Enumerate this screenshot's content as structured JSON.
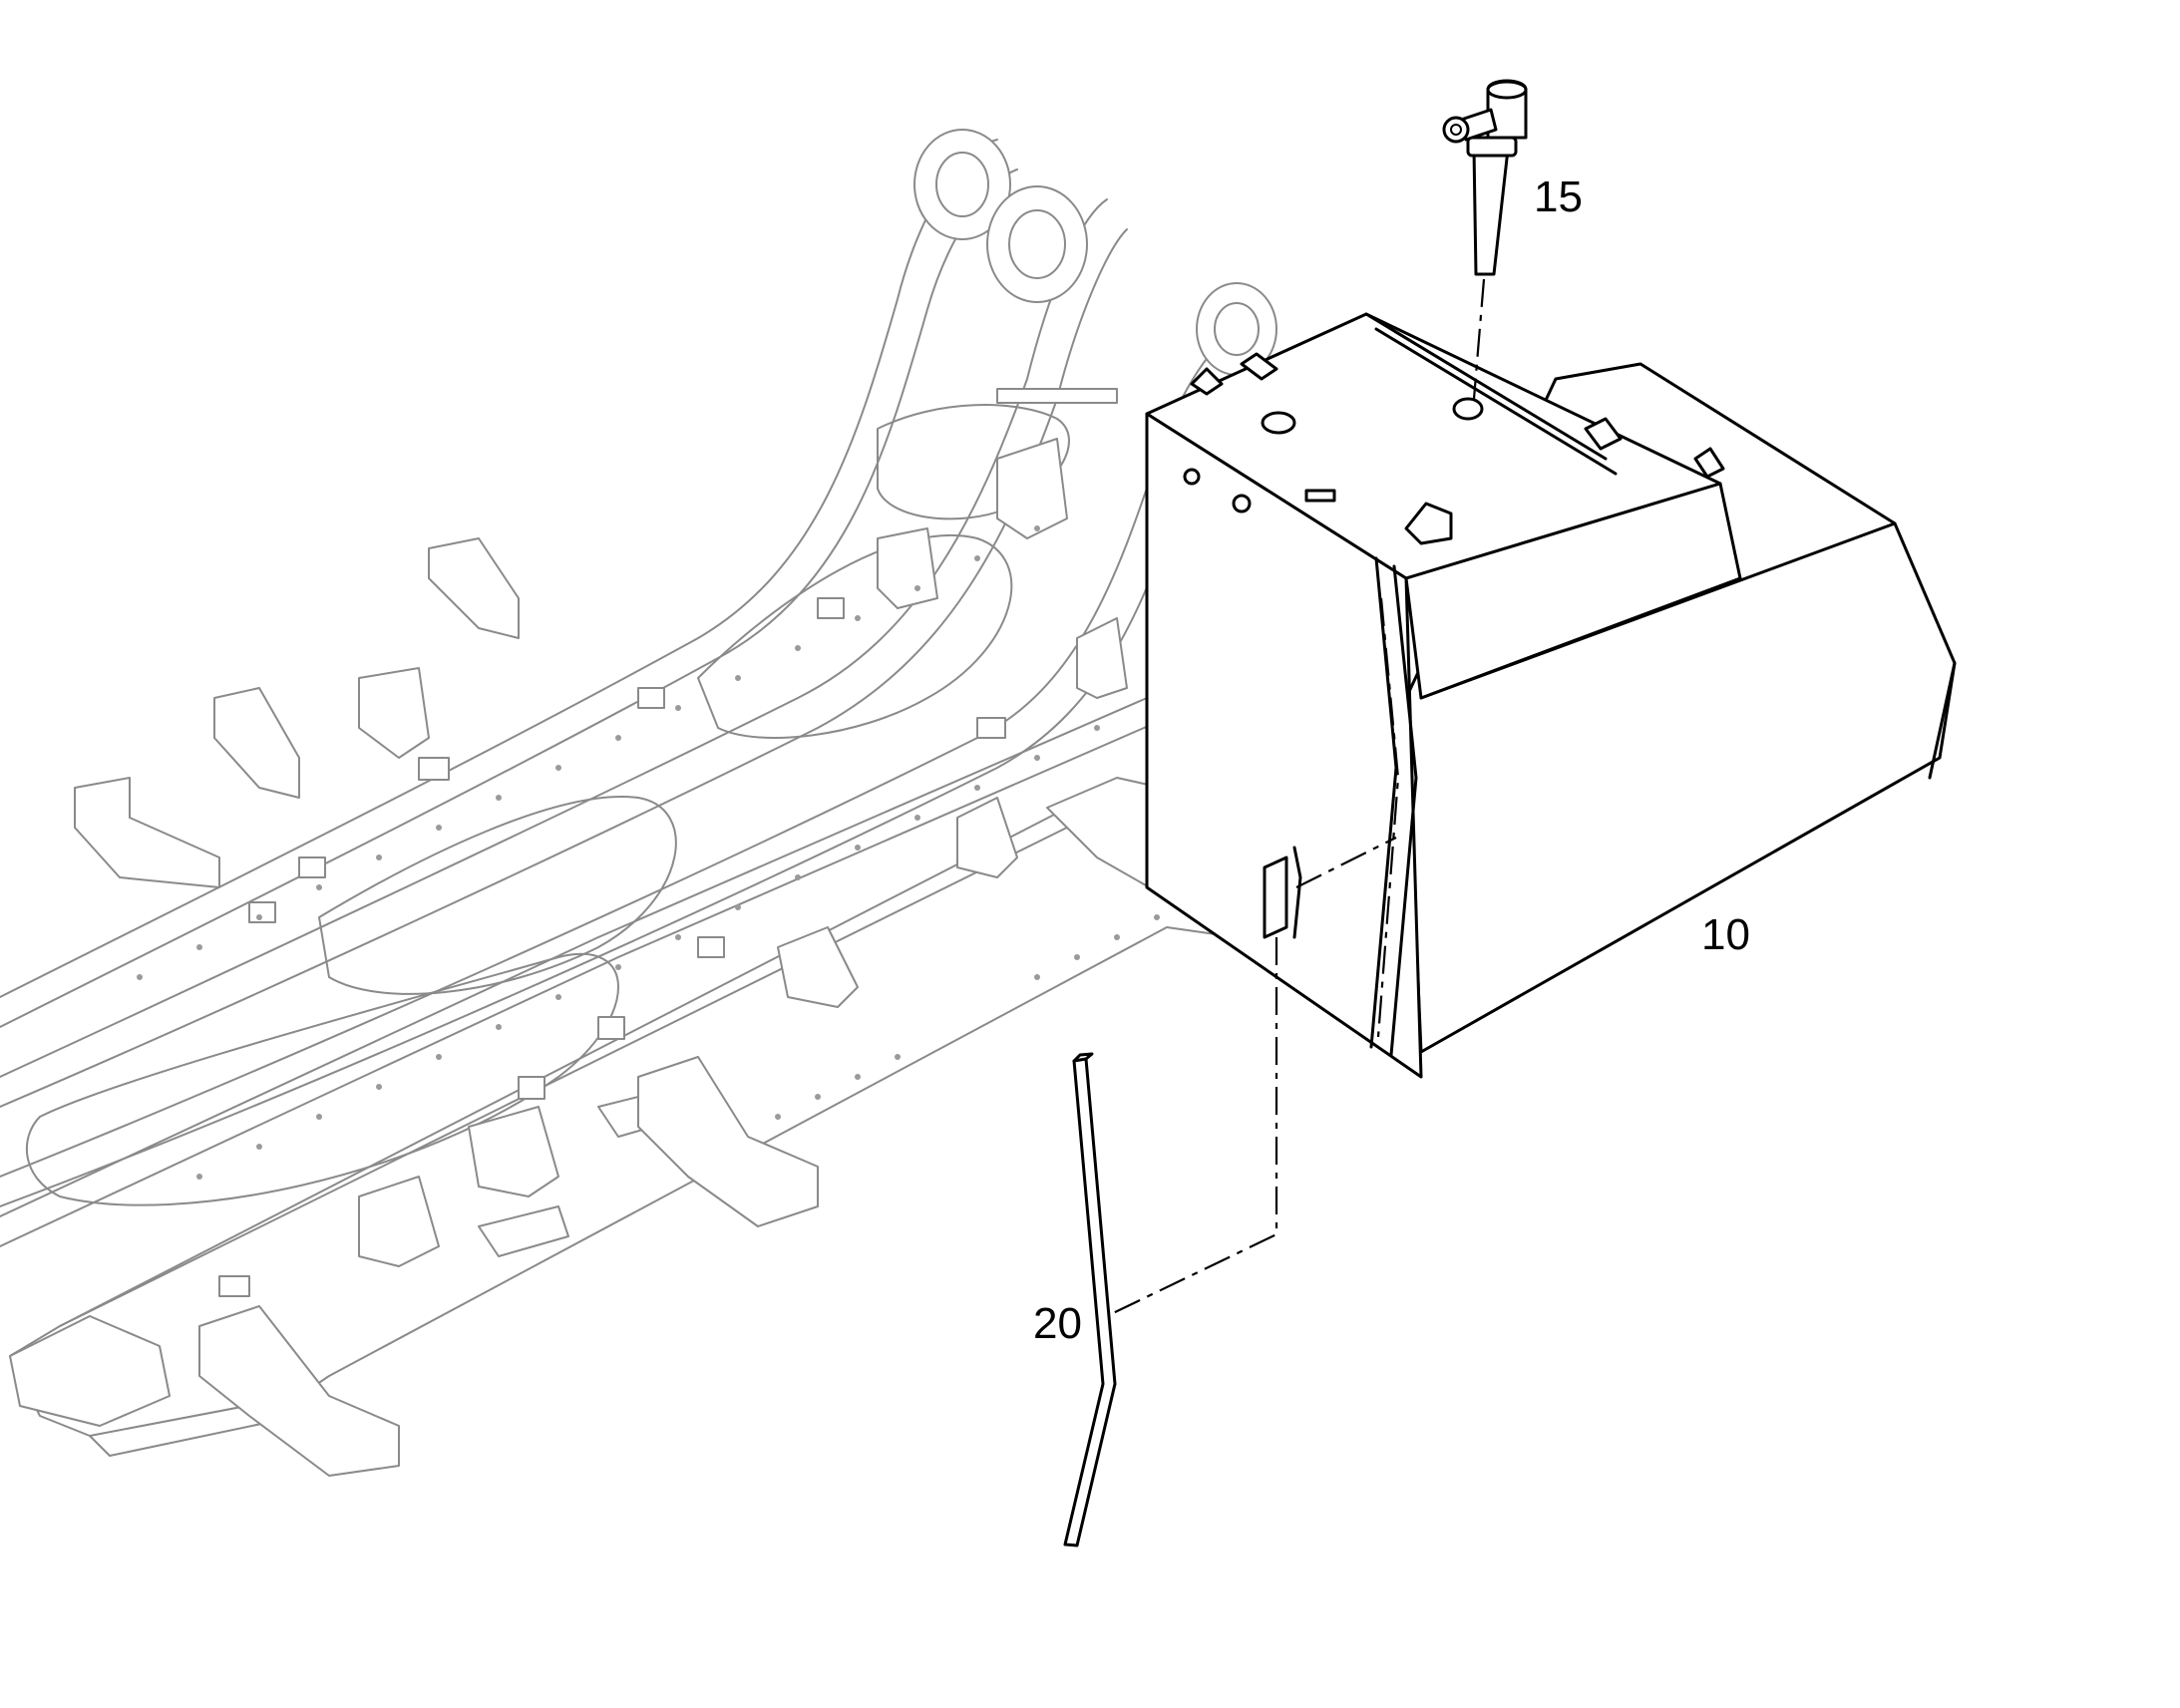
{
  "callouts": {
    "tank_label": "10",
    "filter_label": "15",
    "strip_label": "20"
  },
  "colors": {
    "part_lines": "#000000",
    "background_frame": "#8a8a8a",
    "background": "#ffffff"
  }
}
